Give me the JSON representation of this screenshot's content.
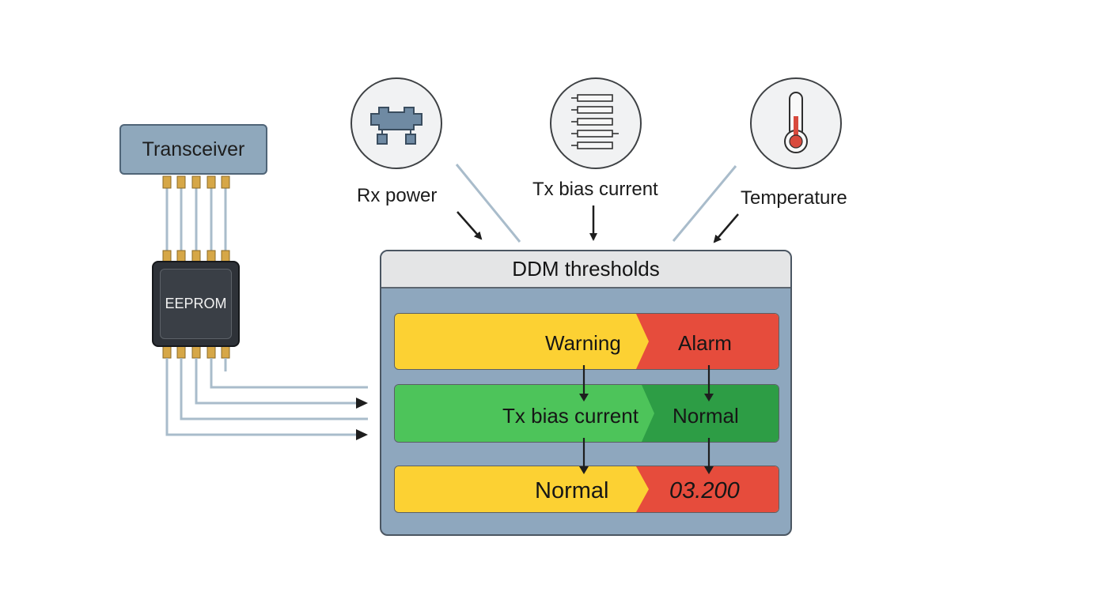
{
  "components": {
    "transceiver_label": "Transceiver",
    "eeprom_label": "EEPROM"
  },
  "inputs": {
    "rx_power": {
      "label": "Rx power",
      "icon": "connector-icon"
    },
    "tx_bias": {
      "label": "Tx bias current",
      "icon": "bias-lines-icon"
    },
    "temperature": {
      "label": "Temperature",
      "icon": "thermometer-icon"
    }
  },
  "panel": {
    "title": "DDM thresholds",
    "rows": [
      {
        "left": "Warning",
        "right": "Alarm",
        "left_color": "#fcd133",
        "right_color": "#e64c3c"
      },
      {
        "left": "Tx bias current",
        "right": "Normal",
        "left_color": "#4dc45a",
        "right_color": "#2d9d45"
      },
      {
        "left": "Normal",
        "right": "03.200",
        "left_color": "#fcd133",
        "right_color": "#e64c3c"
      }
    ]
  },
  "colors": {
    "wire": "#9fb6c6",
    "pin": "#d4a54a",
    "arrow": "#1e1e1e"
  }
}
